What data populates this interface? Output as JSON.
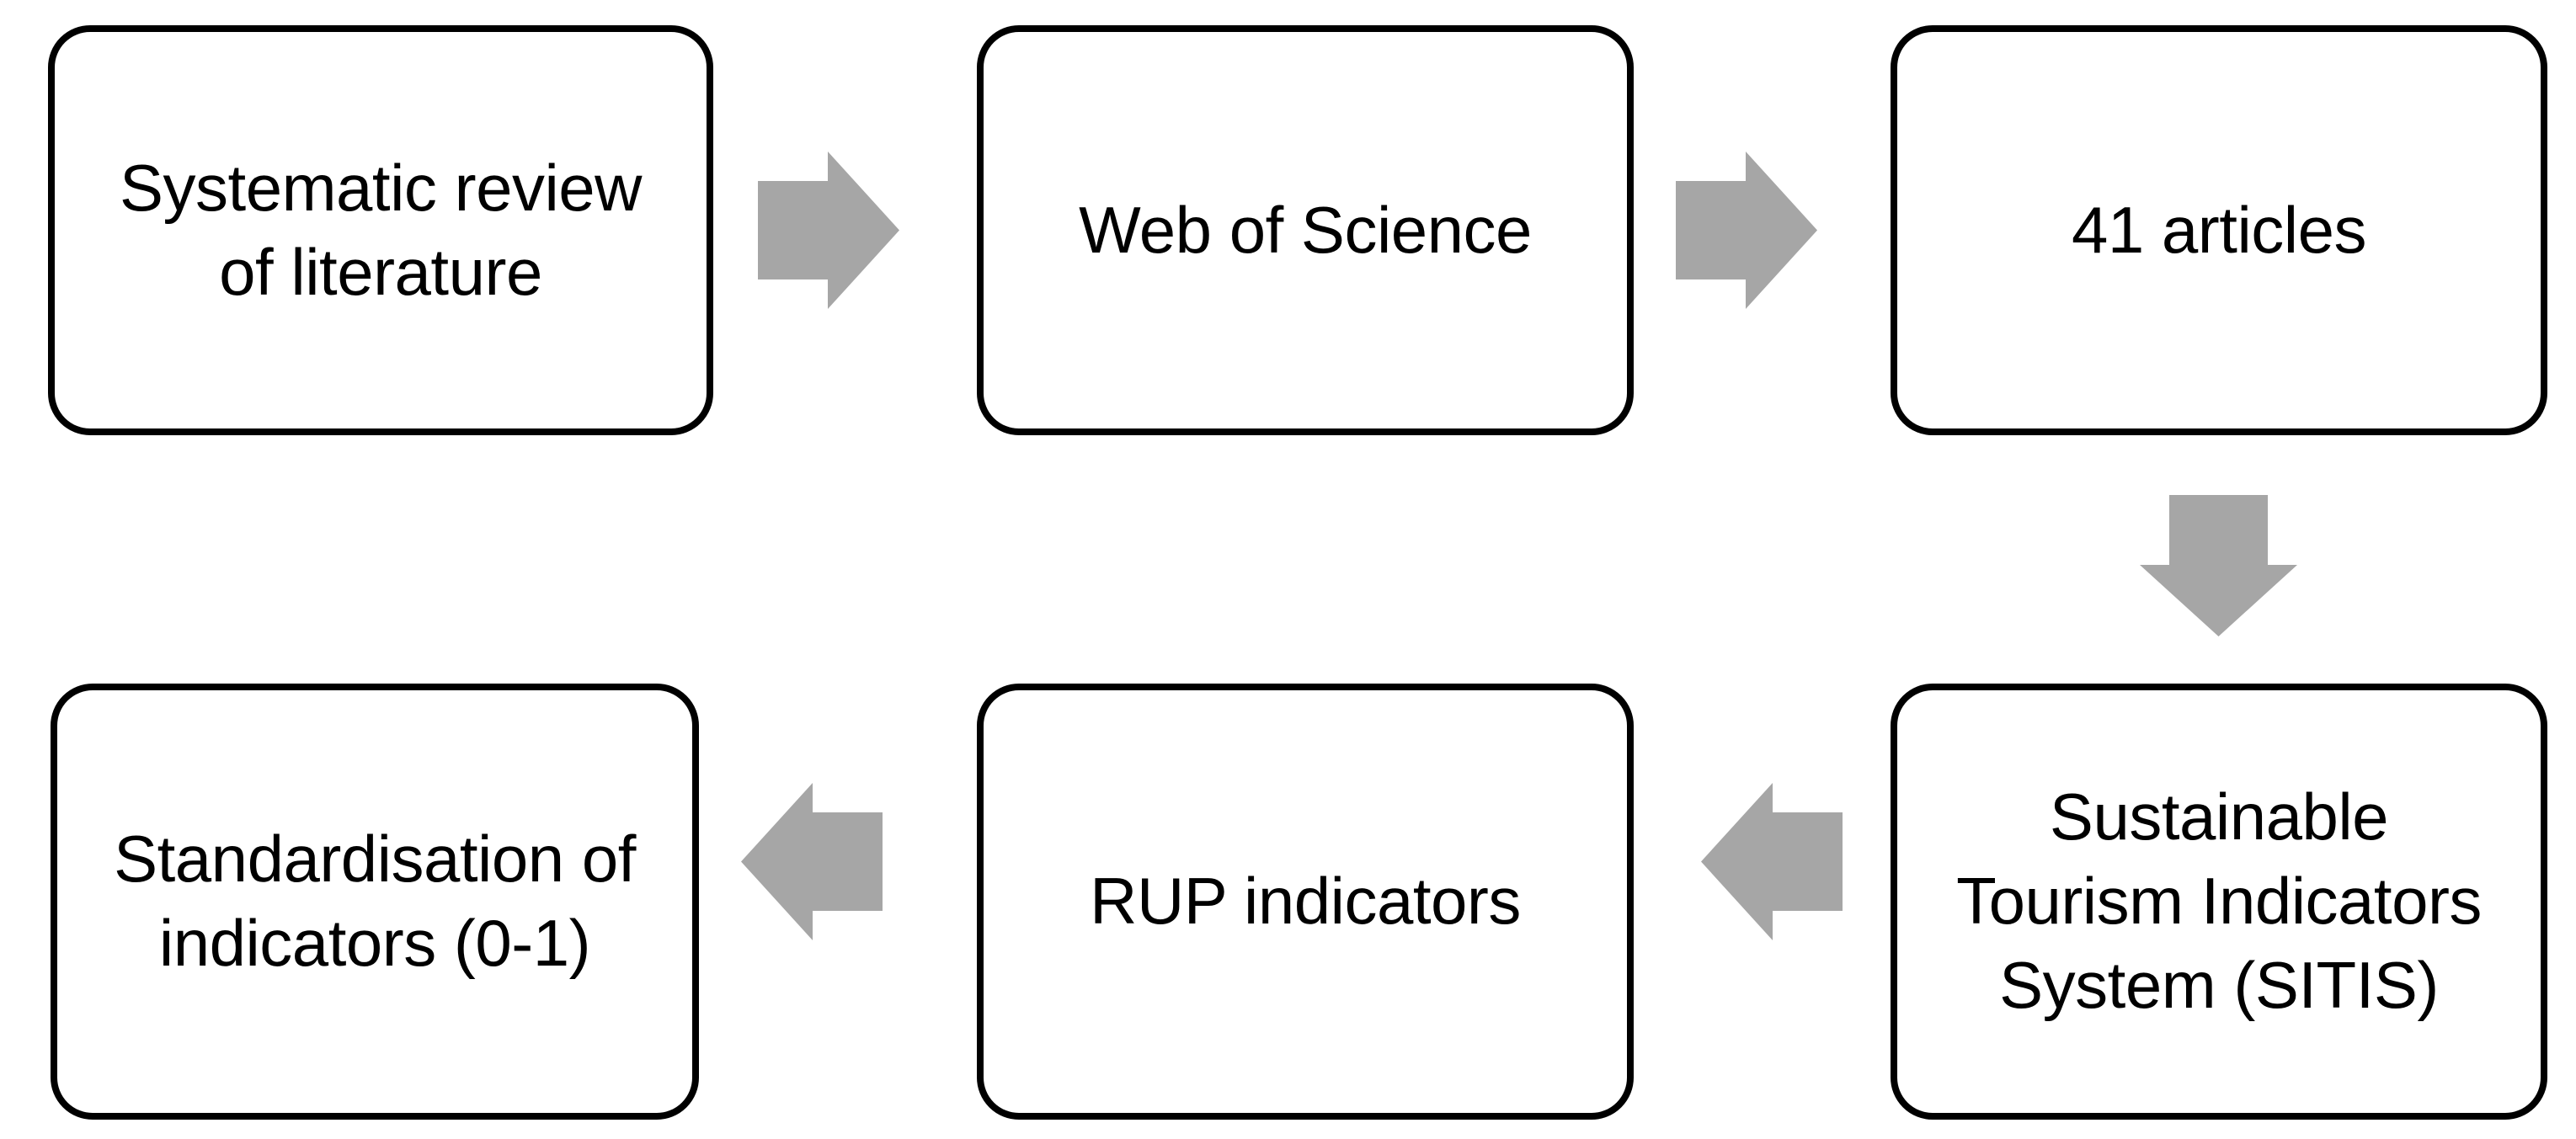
{
  "diagram": {
    "title": "Flowchart of sustainable tourism indicators methodology",
    "background_color": "#ffffff",
    "box_border_color": "#000000",
    "text_color": "#000000",
    "arrow_color": "#a6a6a6",
    "nodes": [
      {
        "id": "systematic-review",
        "label": "Systematic review\nof literature"
      },
      {
        "id": "web-of-science",
        "label": "Web of Science"
      },
      {
        "id": "articles-count",
        "label": "41 articles"
      },
      {
        "id": "sitis",
        "label": "Sustainable\nTourism Indicators\nSystem (SITIS)"
      },
      {
        "id": "rup-indicators",
        "label": "RUP indicators"
      },
      {
        "id": "standardisation",
        "label": "Standardisation of\nindicators (0-1)"
      }
    ],
    "edges": [
      {
        "from": "systematic-review",
        "to": "web-of-science",
        "direction": "right"
      },
      {
        "from": "web-of-science",
        "to": "articles-count",
        "direction": "right"
      },
      {
        "from": "articles-count",
        "to": "sitis",
        "direction": "down"
      },
      {
        "from": "sitis",
        "to": "rup-indicators",
        "direction": "left"
      },
      {
        "from": "rup-indicators",
        "to": "standardisation",
        "direction": "left"
      }
    ]
  }
}
